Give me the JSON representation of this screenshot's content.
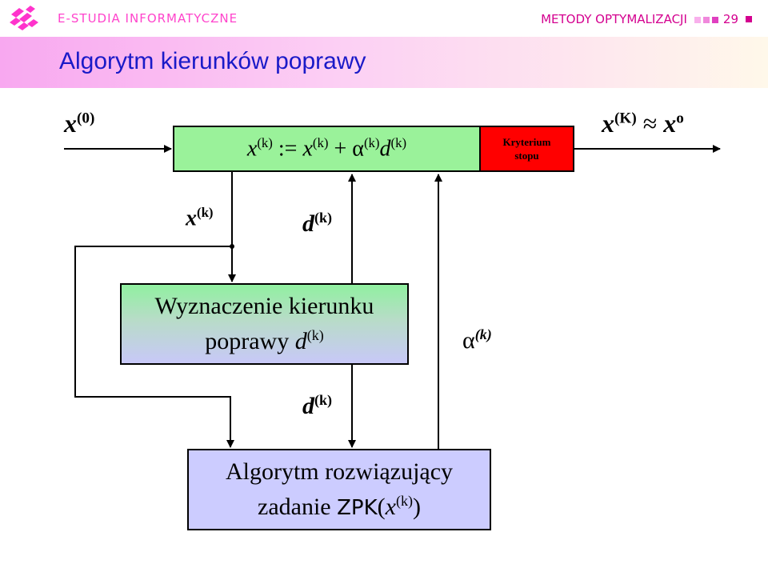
{
  "header": {
    "brand": "E-STUDIA INFORMATYCZNE",
    "course": "METODY OPTYMALIZACJI",
    "page_number": "29"
  },
  "slide": {
    "title": "Algorytm kierunków poprawy"
  },
  "diagram": {
    "input_label": {
      "base": "x",
      "sup": "(0)"
    },
    "output_label": {
      "base": "x",
      "sup": "(K)",
      "approx": "≈",
      "base2": "x",
      "sup2": "o"
    },
    "update_box": {
      "lhs": "x",
      "lhs_sup": "(k)",
      "assign": ":=",
      "t1": "x",
      "t1_sup": "(k)",
      "plus": "+",
      "t2": "α",
      "t2_sup": "(k)",
      "t3": "d",
      "t3_sup": "(k)"
    },
    "stop_box": {
      "line1": "Kryterium",
      "line2": "stopu"
    },
    "direction_box": {
      "line1": "Wyznaczenie kierunku",
      "line2": "poprawy",
      "var": "d",
      "var_sup": "(k)"
    },
    "algorithm_box": {
      "line1": "Algorytm rozwiązujący",
      "line2": "zadanie",
      "zpk": "ZPK",
      "paren_open": "(",
      "var": "x",
      "var_sup": "(k)",
      "paren_close": ")"
    },
    "label_x_k": {
      "base": "x",
      "sup": "(k)"
    },
    "label_d_k_upper": {
      "base": "d",
      "sup": "(k)"
    },
    "label_d_k_lower": {
      "base": "d",
      "sup": "(k)"
    },
    "label_alpha_k": {
      "base": "α",
      "sup": "(k)"
    }
  },
  "colors": {
    "brand": "#ff44cc",
    "title": "#1a1ac8",
    "update_box": "#9af29a",
    "stop_box": "#ff0000",
    "algorithm_box": "#ccccff"
  }
}
